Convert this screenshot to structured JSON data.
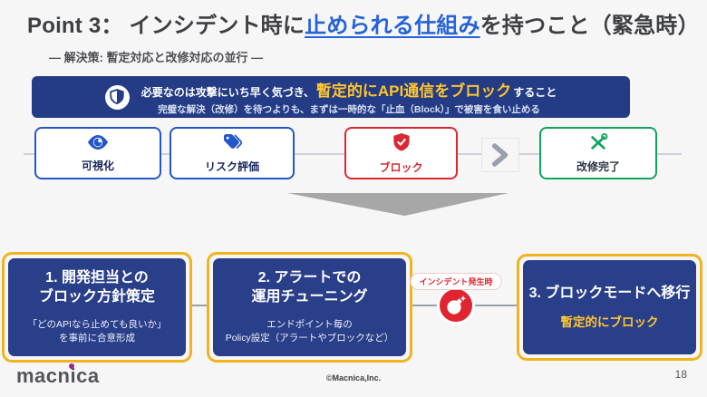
{
  "slide": {
    "title": {
      "prefix": "Point 3： インシデント時に",
      "highlight": "止められる仕組み",
      "suffix": "を持つこと（緊急時）"
    },
    "subtitle": "― 解決策: 暫定対応と改修対応の並行 ―"
  },
  "banner": {
    "icon": "shield-icon",
    "line1_pre": "必要なのは攻撃にいち早く気づき、",
    "line1_em": "暫定的にAPI通信をブロック",
    "line1_post": "すること",
    "line2": "完璧な解決（改修）を待つよりも、まずは一時的な「止血（Block）」で被害を食い止める"
  },
  "flow": {
    "steps": [
      {
        "label": "可視化",
        "icon": "eye-icon"
      },
      {
        "label": "リスク評価",
        "icon": "tag-icon"
      },
      {
        "label": "ブロック",
        "icon": "shield-check-icon"
      },
      {
        "label": "改修完了",
        "icon": "tools-icon"
      }
    ]
  },
  "roadmap": {
    "incident_label": "インシデント発生時",
    "steps": [
      {
        "title": "1. 開発担当との\nブロック方針策定",
        "subtitle": "「どのAPIなら止めても良いか」\nを事前に合意形成"
      },
      {
        "title": "2. アラートでの\n運用チューニング",
        "subtitle": "エンドポイント毎の\nPolicy設定（アラートやブロックなど）"
      },
      {
        "title": "3. ブロックモードへ移行",
        "subtitle": "暫定的にブロック"
      }
    ]
  },
  "footer": {
    "logo_text": "macnica",
    "copyright": "©Macnica,Inc.",
    "page": "18"
  },
  "colors": {
    "banner_navy": "#243c85",
    "box_navy": "#2a3f8a",
    "frame_yellow": "#f1b41f",
    "accent_yellow": "#ffc52e",
    "step_blue": "#2356c9",
    "step_red": "#d92832",
    "step_green": "#12a35e",
    "title_link_blue": "#2563d9"
  }
}
